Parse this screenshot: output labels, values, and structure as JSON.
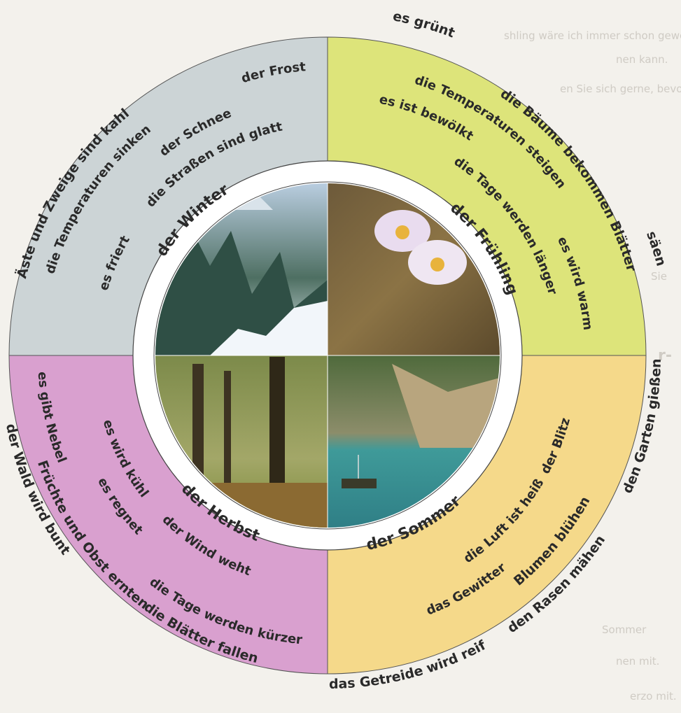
{
  "background_text": [
    "shling wäre ich immer schon gewesen",
    "nen kann.",
    "en Sie sich gerne, bevor Sie",
    "Sie",
    "r-",
    "Sommer",
    "nen mit.",
    "erzo mit."
  ],
  "colors": {
    "winter": "#ccd4d6",
    "spring": "#dde47a",
    "summer": "#f5d98a",
    "autumn": "#d9a0cf",
    "ring": "#ffffff",
    "text": "#2a2a2a"
  },
  "seasons": {
    "winter": {
      "name": "der Winter",
      "photo": "snowy-fir-forest",
      "phrases_outer": [
        "Äste und Zweige sind kahl"
      ],
      "phrases_inner": [
        "der Schnee",
        "der Frost",
        "die Temperaturen sinken",
        "die Straßen sind glatt",
        "es friert"
      ]
    },
    "spring": {
      "name": "der Frühling",
      "photo": "pasque-flowers",
      "phrases_outer": [
        "es grünt",
        "die Bäume bekommen Blätter",
        "säen"
      ],
      "phrases_inner": [
        "die Temperaturen steigen",
        "es ist bewölkt",
        "die Tage werden länger",
        "es wird warm"
      ]
    },
    "summer": {
      "name": "der Sommer",
      "photo": "lake-with-boat",
      "phrases_outer": [
        "den Garten gießen",
        "Blumen blühen",
        "den Rasen mähen",
        "das Getreide wird reif"
      ],
      "phrases_inner": [
        "die Luft ist heiß",
        "der Blitz",
        "das Gewitter"
      ]
    },
    "autumn": {
      "name": "der Herbst",
      "photo": "autumn-park-trees",
      "phrases_outer": [
        "der Wald wird bunt",
        "Früchte und Obst ernten",
        "die Blätter fallen"
      ],
      "phrases_inner": [
        "es gibt Nebel",
        "es wird kühl",
        "es regnet",
        "der Wind weht",
        "die Tage werden kürzer"
      ]
    }
  }
}
